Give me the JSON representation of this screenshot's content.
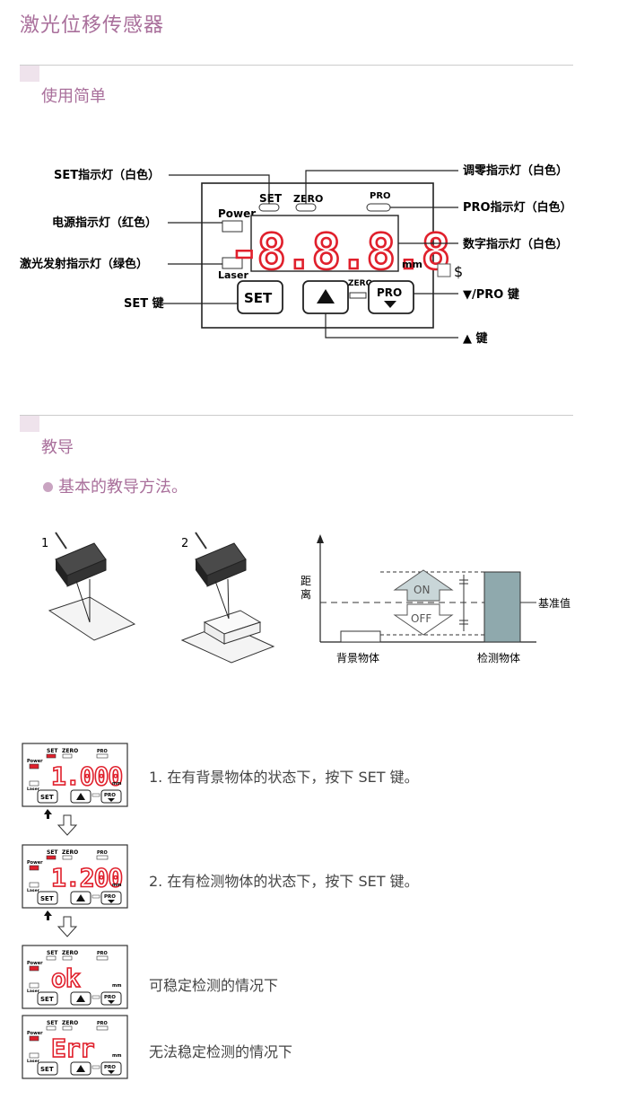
{
  "page_title": "激光位移传感器",
  "section1": {
    "title": "使用简单"
  },
  "panel": {
    "label_set": "SET",
    "label_zero": "ZERO",
    "label_pro": "PRO",
    "label_power": "Power",
    "label_laser": "Laser",
    "display": "-8.8.8.8",
    "unit": "mm",
    "symbol": "$",
    "btn_set": "SET",
    "btn_pro": "PRO",
    "callouts": {
      "set_led": "SET指示灯（白色）",
      "power_led": "电源指示灯（红色）",
      "laser_led": "激光发射指示灯（绿色）",
      "set_key": "SET 键",
      "zero_led": "调零指示灯（白色）",
      "pro_led": "PRO指示灯（白色）",
      "digit_led": "数字指示灯（白色）",
      "down_pro_key": "▼/PRO 键",
      "up_key": "▲ 键"
    }
  },
  "section2": {
    "title": "教导",
    "bullet": "基本的教导方法。"
  },
  "figures": {
    "n1": "1",
    "n2": "2",
    "axis_label": "距离",
    "on": "ON",
    "off": "OFF",
    "reference": "基准值",
    "background_object": "背景物体",
    "detect_object": "检测物体"
  },
  "steps": [
    {
      "display": "1.000",
      "text": "1. 在有背景物体的状态下，按下 SET 键。"
    },
    {
      "display": "1.200",
      "text": "2. 在有检测物体的状态下，按下 SET 键。"
    },
    {
      "display": "ok",
      "text": "可稳定检测的情况下"
    },
    {
      "display": "Err",
      "text": "无法稳定检测的情况下"
    }
  ],
  "colors": {
    "accent": "#a96f9b",
    "led_red": "#e0202c",
    "teal": "#8fa9ad"
  }
}
